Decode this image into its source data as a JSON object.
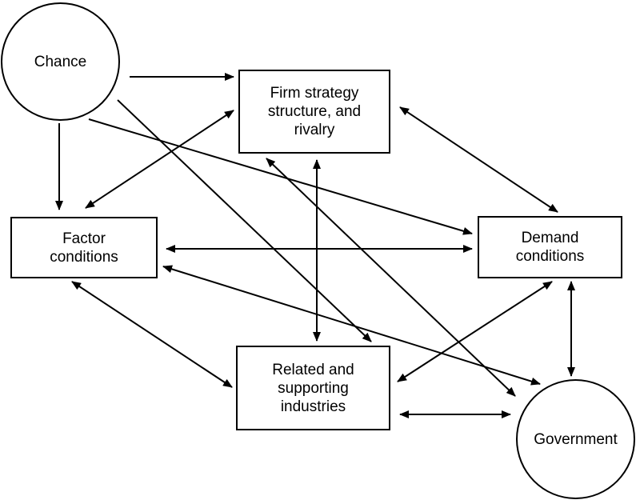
{
  "nodes": {
    "chance": {
      "label": [
        "Chance"
      ]
    },
    "firm_strategy": {
      "label": [
        "Firm strategy",
        "structure, and",
        "rivalry"
      ]
    },
    "factor_conditions": {
      "label": [
        "Factor",
        "conditions"
      ]
    },
    "demand_conditions": {
      "label": [
        "Demand",
        "conditions"
      ]
    },
    "related_industries": {
      "label": [
        "Related and",
        "supporting",
        "industries"
      ]
    },
    "government": {
      "label": [
        "Government"
      ]
    }
  },
  "edges": [
    {
      "from": "chance",
      "to": "firm_strategy",
      "direction": "one-way"
    },
    {
      "from": "chance",
      "to": "factor_conditions",
      "direction": "one-way"
    },
    {
      "from": "chance",
      "to": "demand_conditions",
      "direction": "one-way"
    },
    {
      "from": "chance",
      "to": "related_industries",
      "direction": "one-way"
    },
    {
      "from": "firm_strategy",
      "to": "factor_conditions",
      "direction": "two-way"
    },
    {
      "from": "firm_strategy",
      "to": "demand_conditions",
      "direction": "two-way"
    },
    {
      "from": "firm_strategy",
      "to": "related_industries",
      "direction": "two-way"
    },
    {
      "from": "firm_strategy",
      "to": "government",
      "direction": "two-way"
    },
    {
      "from": "factor_conditions",
      "to": "demand_conditions",
      "direction": "two-way"
    },
    {
      "from": "factor_conditions",
      "to": "related_industries",
      "direction": "two-way"
    },
    {
      "from": "factor_conditions",
      "to": "government",
      "direction": "two-way"
    },
    {
      "from": "demand_conditions",
      "to": "related_industries",
      "direction": "two-way"
    },
    {
      "from": "demand_conditions",
      "to": "government",
      "direction": "two-way"
    },
    {
      "from": "related_industries",
      "to": "government",
      "direction": "two-way"
    }
  ]
}
